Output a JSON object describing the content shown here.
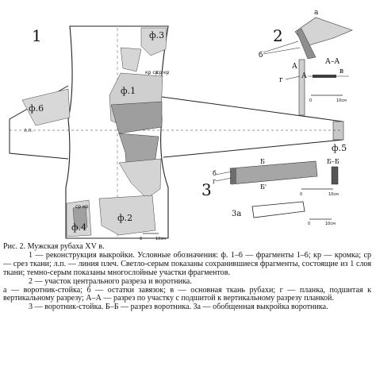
{
  "figure": {
    "panel_labels": {
      "p1": "1",
      "p2": "2",
      "p3": "3",
      "p3a": "3а"
    },
    "fragment_labels": {
      "f1": "ф.1",
      "f2": "ф.2",
      "f3": "ф.3",
      "f4": "ф.4",
      "f5": "ф.5",
      "f6": "ф.6"
    },
    "edge_labels": {
      "kr_cr_top": "кр ср",
      "cr_kr_top": "ср кр",
      "cr_kr_bottom": "ср кр"
    },
    "line_label": "л.п.",
    "detail_labels": {
      "a": "а",
      "b": "б",
      "v": "в",
      "g": "г",
      "A": "А",
      "AA": "А–А",
      "B": "Б",
      "Bprime": "Б'",
      "BB": "Б–Б"
    },
    "scale_labels": {
      "s0": "0",
      "s10cm": "10см"
    }
  },
  "caption": {
    "title": "Рис. 2. Мужская рубаха XV в.",
    "para1": "1 — реконструкция выкройки. Условные обозначения: ф. 1–6 — фрагменты 1–6; кр — кромка; ср — срез ткани; л.п. — линия плеч. Светло-серым показаны сохранившиеся фрагменты, состоящие из 1 слоя ткани; темно-серым показаны многослойные участки фрагментов.",
    "para2": "2 — участок центрального разреза и воротника.",
    "para3": "а — воротник-стойка; б — остатки завязок; в — основная ткань рубахи; г — планка, подшитая к вертикальному разрезу; А–А — разрез по участку с подшитой к вертикальному разрезу планкой.",
    "para4": "3 — воротник-стойка. Б–Б — разрез воротника. 3а — обобщенная выкройка воротника."
  }
}
